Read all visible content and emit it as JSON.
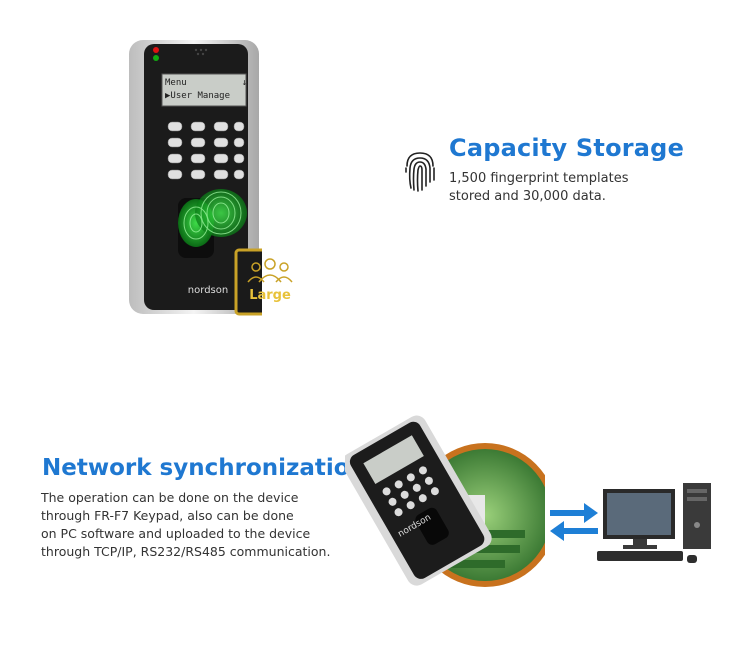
{
  "capacity": {
    "title": "Capacity Storage",
    "description_lines": [
      "1,500 fingerprint templates",
      "stored and 30,000 data."
    ],
    "icon": "fingerprint-icon"
  },
  "network": {
    "title": "Network synchronization",
    "description_lines": [
      "The operation can be done on the device",
      "through FR-F7 Keypad, also can be done",
      "on PC software and uploaded to the device",
      "through TCP/IP, RS232/RS485 communication."
    ]
  },
  "device": {
    "brand": "nordson",
    "screen_line1": "Menu",
    "screen_line2": "▶User Manage",
    "screen_arrow": "↓",
    "badge_label": "Large"
  },
  "colors": {
    "title_blue": "#1f78d1",
    "text": "#333333",
    "arrow_blue": "#1e7fd6",
    "fingerprint_green": "#2bd43a",
    "badge_gold": "#c9a227"
  }
}
